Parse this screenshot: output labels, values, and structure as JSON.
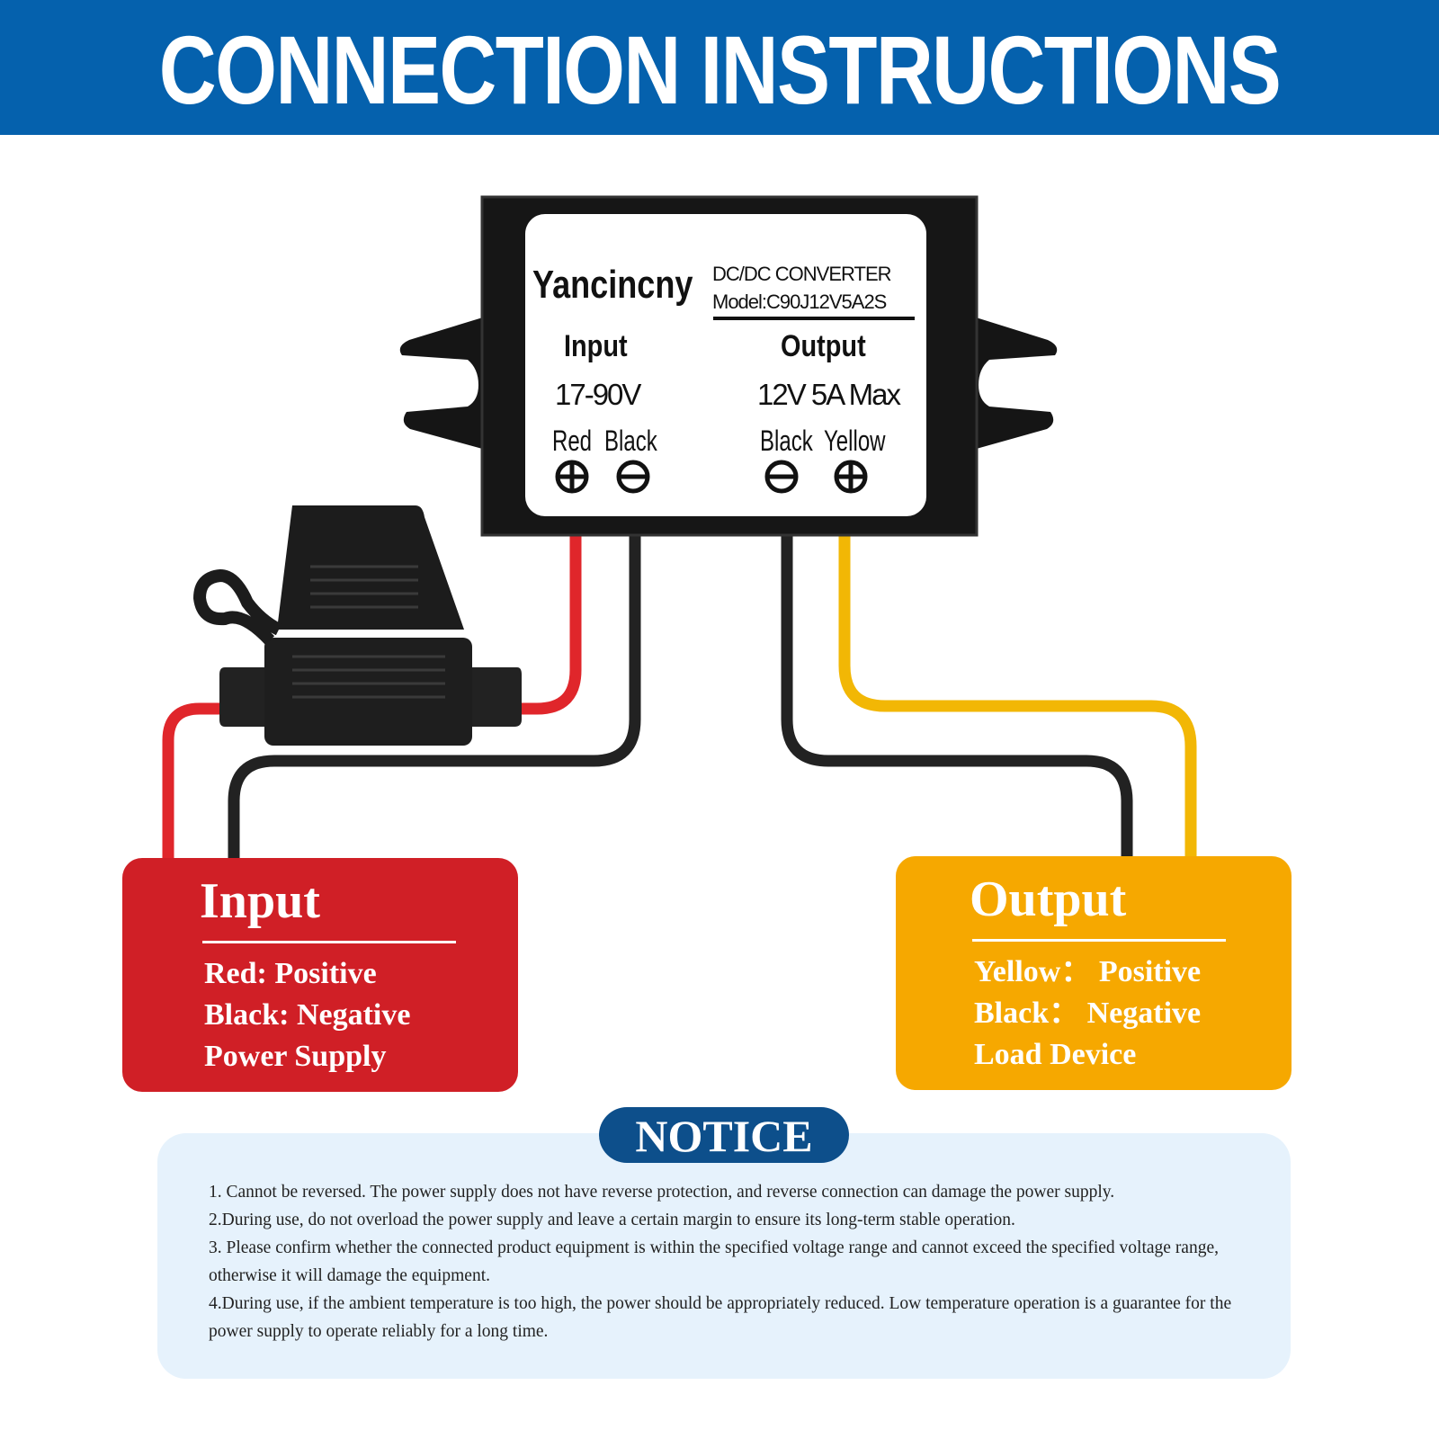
{
  "header": {
    "title": "CONNECTION INSTRUCTIONS"
  },
  "device": {
    "brand": "Yancincny",
    "type": "DC/DC CONVERTER",
    "model": "Model:C90J12V5A2S",
    "input_heading": "Input",
    "input_range": "17-90V",
    "input_wires": [
      "Red",
      "Black"
    ],
    "output_heading": "Output",
    "output_rating": "12V 5A Max",
    "output_wires": [
      "Black",
      "Yellow"
    ]
  },
  "input_box": {
    "title": "Input",
    "lines": [
      "Red: Positive",
      "Black: Negative",
      "Power Supply"
    ]
  },
  "output_box": {
    "title": "Output",
    "lines": [
      "Yellow： Positive",
      "Black： Negative",
      "Load Device"
    ]
  },
  "notice": {
    "title": "NOTICE",
    "items": [
      "1. Cannot be reversed. The power supply does not have reverse protection, and reverse connection can damage the power supply.",
      "2.During use, do not overload the power supply and leave a certain margin to ensure its long-term stable operation.",
      "3. Please confirm whether the connected product equipment is within the specified voltage range and cannot exceed the specified voltage range, otherwise it will damage the equipment.",
      "4.During use, if the ambient temperature is too high, the power should be appropriately reduced. Low temperature operation is a guarantee for the power supply to operate reliably for a long time."
    ]
  },
  "colors": {
    "header": "#0561ad",
    "input": "#d01f26",
    "output": "#f6a800",
    "notice_bg": "#e6f2fc",
    "notice_pill": "#0d4f8b",
    "red_wire": "#e0262b",
    "yellow_wire": "#f2b705"
  }
}
